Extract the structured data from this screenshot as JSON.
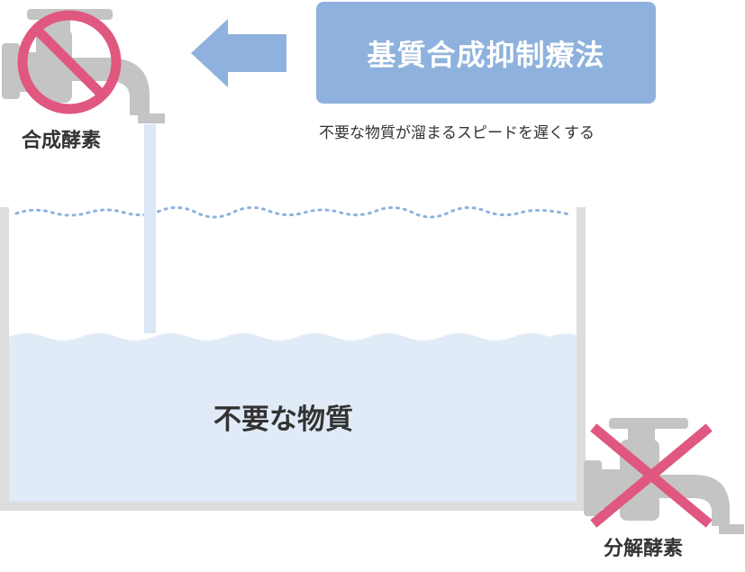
{
  "therapy": {
    "title": "基質合成抑制療法",
    "caption": "不要な物質が溜まるスピードを遅くする"
  },
  "synthesis_faucet": {
    "label": "合成酵素",
    "status_icon": "prohibited-icon"
  },
  "degradation_faucet": {
    "label": "分解酵素",
    "status_icon": "cross-icon"
  },
  "tank": {
    "label": "不要な物質"
  },
  "colors": {
    "therapy_box": "#8eb2dd",
    "arrow": "#8eb2dd",
    "water": "#e0ebf7",
    "tank_wall": "#dddddd",
    "faucet": "#c4c4c4",
    "prohibit_mark": "#e0577f",
    "dotted_line": "#8eb2dd",
    "text": "#333333"
  }
}
